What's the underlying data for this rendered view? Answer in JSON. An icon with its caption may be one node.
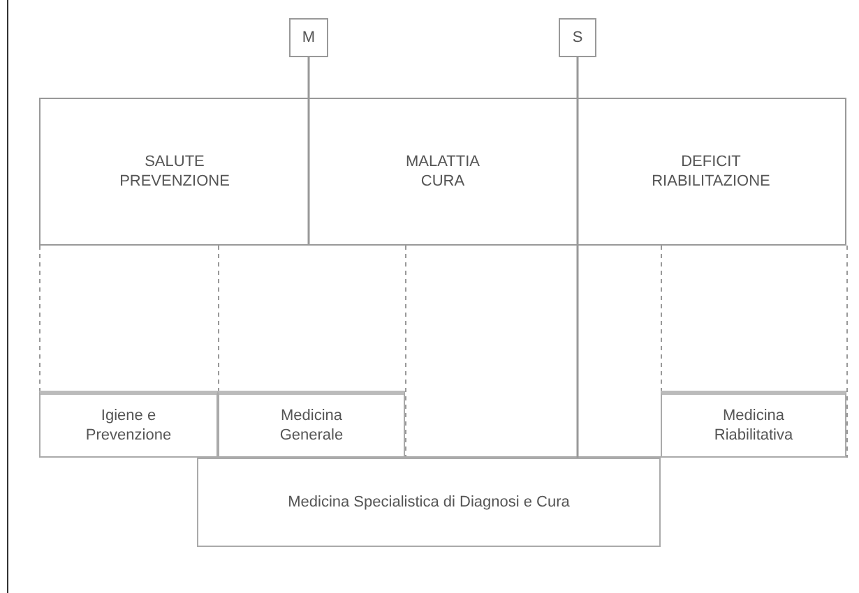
{
  "diagram": {
    "nodes": [
      {
        "text": [
          "M"
        ]
      },
      {
        "text": [
          "S"
        ]
      },
      {
        "text": [
          "SALUTE PREVENZIONE"
        ]
      },
      {
        "text": [
          "MALATTIA CURA"
        ]
      },
      {
        "text": [
          "DEFICIT RIABILITAZIONE"
        ]
      },
      {
        "text": [
          "Igiene e Prevenzione"
        ]
      },
      {
        "text": [
          "Medicina Generale"
        ]
      },
      {
        "text": [
          "Medicina Riabilitativa"
        ]
      },
      {
        "text": [
          "Medicina Specialistica di Diagnosi e Cura"
        ]
      }
    ],
    "edges": [
      {
        "from": 0,
        "to": 3,
        "arrow": "none"
      },
      {
        "from": 1,
        "to": 8,
        "arrow": "none"
      }
    ]
  }
}
